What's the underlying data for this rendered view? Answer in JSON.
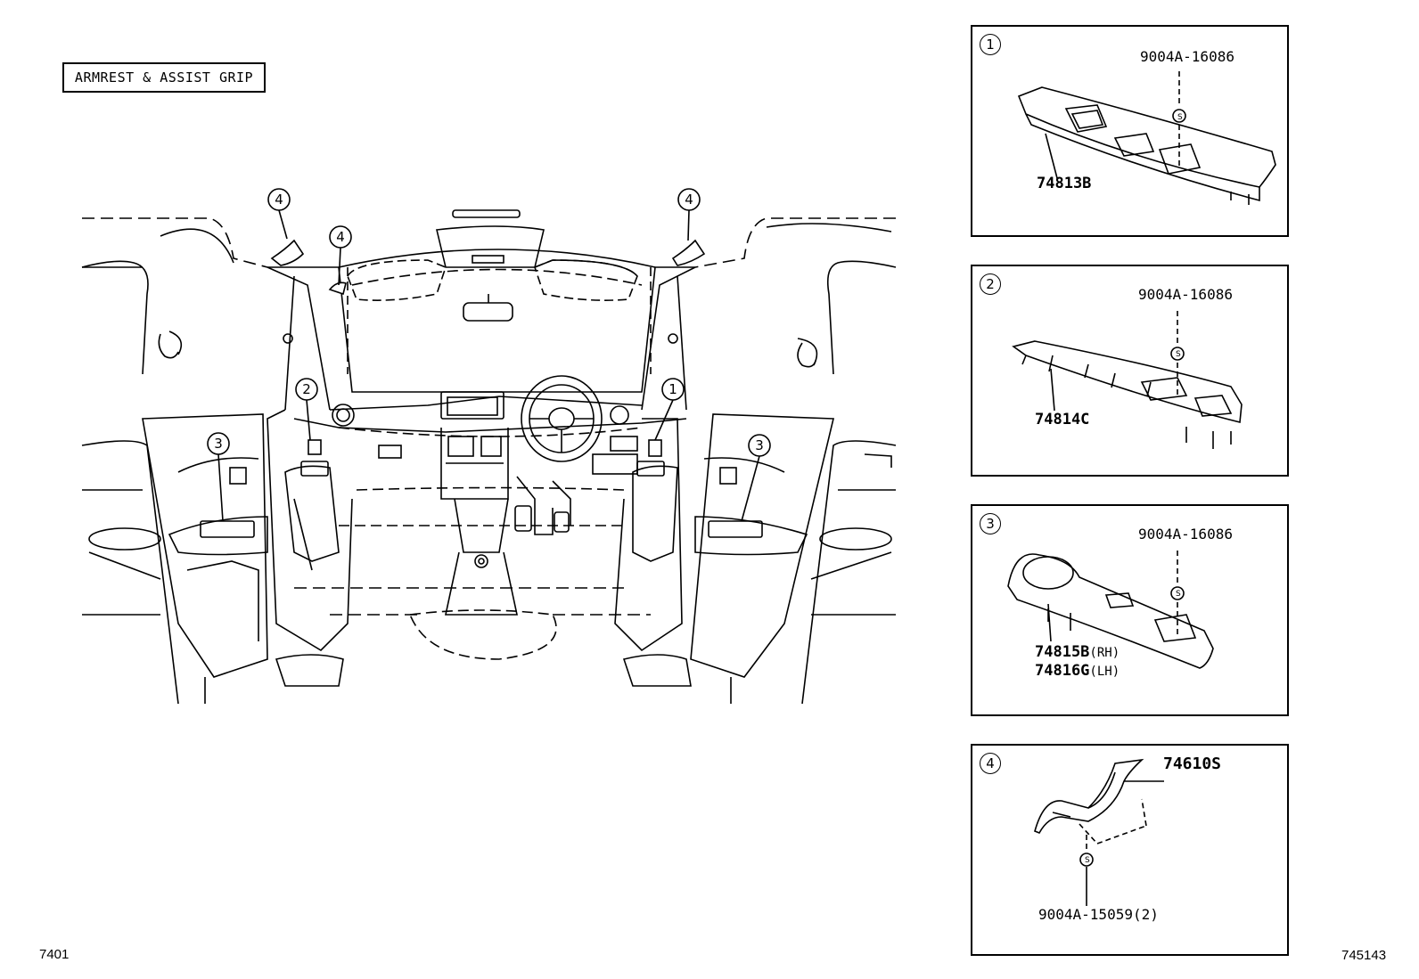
{
  "title": "ARMREST & ASSIST GRIP",
  "figure_number": "7401",
  "illustration_code": "745143",
  "callouts": [
    "1",
    "2",
    "3",
    "4"
  ],
  "panels": [
    {
      "num": "1",
      "screw": "9004A-16086",
      "parts": [
        "74813B"
      ]
    },
    {
      "num": "2",
      "screw": "9004A-16086",
      "parts": [
        "74814C"
      ]
    },
    {
      "num": "3",
      "screw": "9004A-16086",
      "parts": [
        "74815B",
        "74816G"
      ],
      "suffixes": [
        "(RH)",
        "(LH)"
      ]
    },
    {
      "num": "4",
      "screw": "9004A-15059(2)",
      "parts": [
        "74610S"
      ]
    }
  ],
  "screw_symbol": "S"
}
